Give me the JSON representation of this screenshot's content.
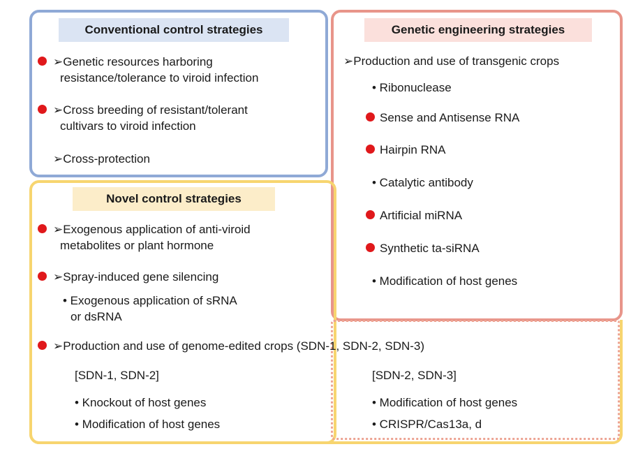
{
  "conventional": {
    "header": "Conventional control strategies",
    "item1_line1": "➢Genetic resources harboring",
    "item1_line2": "resistance/tolerance to viroid infection",
    "item2_line1": "➢Cross breeding of resistant/tolerant",
    "item2_line2": "cultivars to viroid infection",
    "item3": "➢Cross-protection"
  },
  "genetic": {
    "header": "Genetic engineering strategies",
    "main": "➢Production and use of transgenic crops",
    "subs": [
      "• Ribonuclease",
      "Sense and Antisense RNA",
      "Hairpin RNA",
      "• Catalytic antibody",
      "Artificial miRNA",
      "Synthetic ta-siRNA",
      "• Modification of host genes"
    ]
  },
  "novel": {
    "header": "Novel control strategies",
    "item1_line1": "➢Exogenous application of anti-viroid",
    "item1_line2": "metabolites or plant hormone",
    "item2": "➢Spray-induced gene silencing",
    "item2_sub_line1": "• Exogenous application of sRNA",
    "item2_sub_line2": "or dsRNA",
    "item3": "➢Production and use of genome-edited crops (SDN-1, SDN-2, SDN-3)",
    "left_group": {
      "label": "[SDN-1, SDN-2]",
      "items": [
        "• Knockout of host genes",
        "• Modification of host genes"
      ]
    },
    "right_group": {
      "label": "[SDN-2, SDN-3]",
      "items": [
        "• Modification of host genes",
        "• CRISPR/Cas13a, d"
      ]
    }
  },
  "colors": {
    "conventional_border": "#8fa9d6",
    "genetic_border": "#e8958a",
    "novel_border": "#f7d56f",
    "marker_dot": "#e0181b"
  }
}
